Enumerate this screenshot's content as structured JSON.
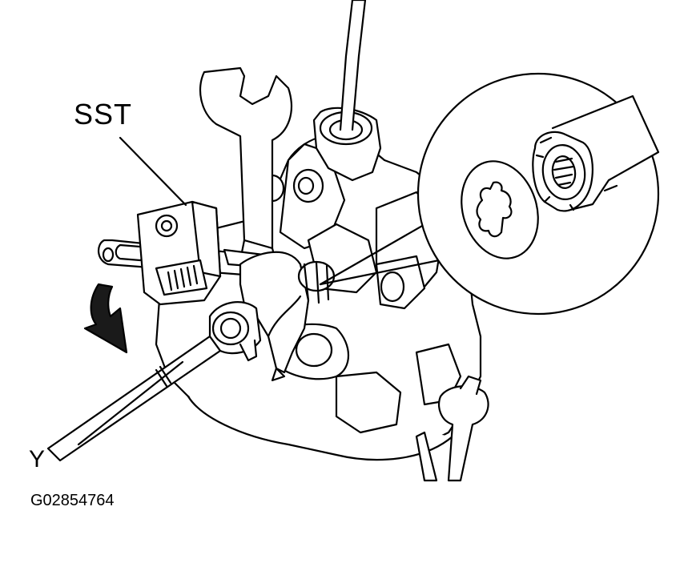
{
  "labels": {
    "sst": "SST",
    "y": "Y",
    "figure_code": "G02854764"
  },
  "colors": {
    "line": "#000000",
    "fill": "#ffffff",
    "arrow": "#1a1a1a"
  },
  "icons": {
    "rotation_arrow": "curved-arrow-down-icon"
  }
}
